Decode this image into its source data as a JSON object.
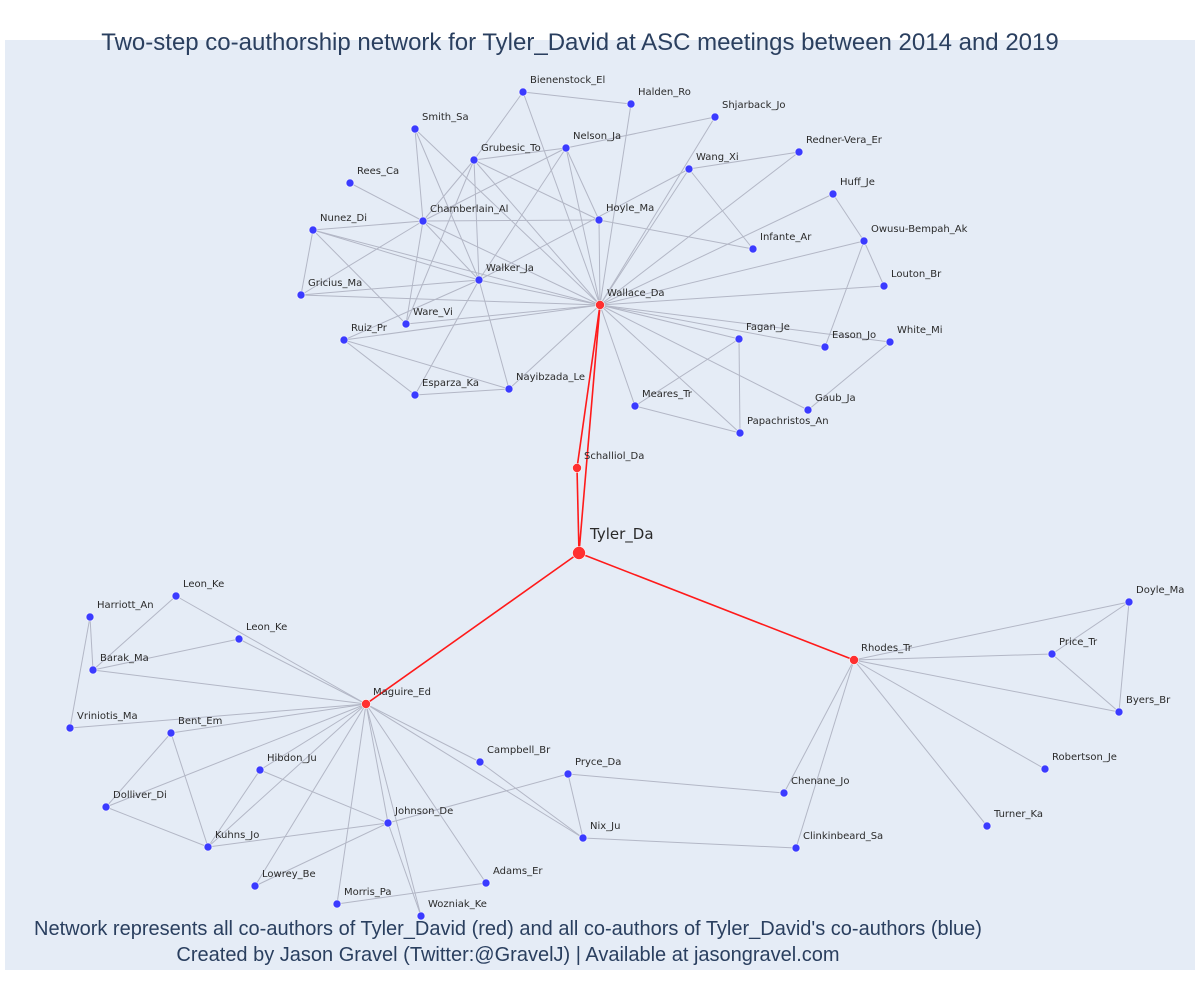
{
  "title": "Two-step co-authorship network for Tyler_David at ASC meetings between 2014 and 2019",
  "caption": {
    "line1": "Network represents all co-authors of Tyler_David (red) and all co-authors of Tyler_David's co-authors (blue)",
    "line2": "Created by Jason Gravel (Twitter:@GravelJ) | Available at jasongravel.com"
  },
  "colors": {
    "background": "#e5ecf6",
    "focal": "#ff3030",
    "coauthor": "#ff3030",
    "second_step": "#3b3bff",
    "edge": "#b3b7c6",
    "focal_edge": "#ff1a1a"
  },
  "nodes": [
    {
      "id": "Tyler_Da",
      "group": "focal"
    },
    {
      "id": "Wallace_Da",
      "group": "coauthor"
    },
    {
      "id": "Schalliol_Da",
      "group": "coauthor"
    },
    {
      "id": "Maguire_Ed",
      "group": "coauthor"
    },
    {
      "id": "Rhodes_Tr",
      "group": "coauthor"
    },
    {
      "id": "Bienenstock_El",
      "group": "second"
    },
    {
      "id": "Halden_Ro",
      "group": "second"
    },
    {
      "id": "Shjarback_Jo",
      "group": "second"
    },
    {
      "id": "Smith_Sa",
      "group": "second"
    },
    {
      "id": "Grubesic_To",
      "group": "second"
    },
    {
      "id": "Nelson_Ja",
      "group": "second"
    },
    {
      "id": "Redner-Vera_Er",
      "group": "second"
    },
    {
      "id": "Wang_Xi",
      "group": "second"
    },
    {
      "id": "Rees_Ca",
      "group": "second"
    },
    {
      "id": "Huff_Je",
      "group": "second"
    },
    {
      "id": "Nunez_Di",
      "group": "second"
    },
    {
      "id": "Chamberlain_Al",
      "group": "second"
    },
    {
      "id": "Hoyle_Ma",
      "group": "second"
    },
    {
      "id": "Owusu-Bempah_Ak",
      "group": "second"
    },
    {
      "id": "Infante_Ar",
      "group": "second"
    },
    {
      "id": "Walker_Ja",
      "group": "second"
    },
    {
      "id": "Louton_Br",
      "group": "second"
    },
    {
      "id": "Gricius_Ma",
      "group": "second"
    },
    {
      "id": "Ware_Vi",
      "group": "second"
    },
    {
      "id": "Ruiz_Pr",
      "group": "second"
    },
    {
      "id": "Fagan_Je",
      "group": "second"
    },
    {
      "id": "Eason_Jo",
      "group": "second"
    },
    {
      "id": "White_Mi",
      "group": "second"
    },
    {
      "id": "Nayibzada_Le",
      "group": "second"
    },
    {
      "id": "Esparza_Ka",
      "group": "second"
    },
    {
      "id": "Meares_Tr",
      "group": "second"
    },
    {
      "id": "Gaub_Ja",
      "group": "second"
    },
    {
      "id": "Papachristos_An",
      "group": "second"
    },
    {
      "id": "Leon_Ke",
      "group": "second"
    },
    {
      "id": "Harriott_An",
      "group": "second"
    },
    {
      "id": "Leon_Ke ",
      "group": "second"
    },
    {
      "id": "Barak_Ma",
      "group": "second"
    },
    {
      "id": "Vriniotis_Ma",
      "group": "second"
    },
    {
      "id": "Bent_Em",
      "group": "second"
    },
    {
      "id": "Hibdon_Ju",
      "group": "second"
    },
    {
      "id": "Campbell_Br",
      "group": "second"
    },
    {
      "id": "Pryce_Da",
      "group": "second"
    },
    {
      "id": "Dolliver_Di",
      "group": "second"
    },
    {
      "id": "Johnson_De",
      "group": "second"
    },
    {
      "id": "Kuhns_Jo",
      "group": "second"
    },
    {
      "id": "Nix_Ju",
      "group": "second"
    },
    {
      "id": "Lowrey_Be",
      "group": "second"
    },
    {
      "id": "Adams_Er",
      "group": "second"
    },
    {
      "id": "Morris_Pa",
      "group": "second"
    },
    {
      "id": "Wozniak_Ke",
      "group": "second"
    },
    {
      "id": "Doyle_Ma",
      "group": "second"
    },
    {
      "id": "Price_Tr",
      "group": "second"
    },
    {
      "id": "Byers_Br",
      "group": "second"
    },
    {
      "id": "Robertson_Je",
      "group": "second"
    },
    {
      "id": "Chenane_Jo",
      "group": "second"
    },
    {
      "id": "Turner_Ka",
      "group": "second"
    },
    {
      "id": "Clinkinbeard_Sa",
      "group": "second"
    }
  ],
  "edges": [
    [
      "Tyler_Da",
      "Wallace_Da"
    ],
    [
      "Tyler_Da",
      "Schalliol_Da"
    ],
    [
      "Schalliol_Da",
      "Wallace_Da"
    ],
    [
      "Tyler_Da",
      "Maguire_Ed"
    ],
    [
      "Tyler_Da",
      "Rhodes_Tr"
    ],
    [
      "Wallace_Da",
      "Bienenstock_El"
    ],
    [
      "Wallace_Da",
      "Halden_Ro"
    ],
    [
      "Wallace_Da",
      "Shjarback_Jo"
    ],
    [
      "Wallace_Da",
      "Smith_Sa"
    ],
    [
      "Wallace_Da",
      "Grubesic_To"
    ],
    [
      "Wallace_Da",
      "Nelson_Ja"
    ],
    [
      "Wallace_Da",
      "Redner-Vera_Er"
    ],
    [
      "Wallace_Da",
      "Wang_Xi"
    ],
    [
      "Wallace_Da",
      "Huff_Je"
    ],
    [
      "Wallace_Da",
      "Nunez_Di"
    ],
    [
      "Wallace_Da",
      "Chamberlain_Al"
    ],
    [
      "Wallace_Da",
      "Hoyle_Ma"
    ],
    [
      "Wallace_Da",
      "Owusu-Bempah_Ak"
    ],
    [
      "Wallace_Da",
      "Walker_Ja"
    ],
    [
      "Wallace_Da",
      "Louton_Br"
    ],
    [
      "Wallace_Da",
      "Gricius_Ma"
    ],
    [
      "Wallace_Da",
      "Ware_Vi"
    ],
    [
      "Wallace_Da",
      "Ruiz_Pr"
    ],
    [
      "Wallace_Da",
      "Fagan_Je"
    ],
    [
      "Wallace_Da",
      "Eason_Jo"
    ],
    [
      "Wallace_Da",
      "White_Mi"
    ],
    [
      "Wallace_Da",
      "Nayibzada_Le"
    ],
    [
      "Wallace_Da",
      "Meares_Tr"
    ],
    [
      "Wallace_Da",
      "Gaub_Ja"
    ],
    [
      "Wallace_Da",
      "Papachristos_An"
    ],
    [
      "Bienenstock_El",
      "Halden_Ro"
    ],
    [
      "Bienenstock_El",
      "Grubesic_To"
    ],
    [
      "Nelson_Ja",
      "Shjarback_Jo"
    ],
    [
      "Nelson_Ja",
      "Grubesic_To"
    ],
    [
      "Nelson_Ja",
      "Chamberlain_Al"
    ],
    [
      "Nelson_Ja",
      "Walker_Ja"
    ],
    [
      "Nelson_Ja",
      "Hoyle_Ma"
    ],
    [
      "Smith_Sa",
      "Chamberlain_Al"
    ],
    [
      "Smith_Sa",
      "Walker_Ja"
    ],
    [
      "Grubesic_To",
      "Chamberlain_Al"
    ],
    [
      "Grubesic_To",
      "Walker_Ja"
    ],
    [
      "Grubesic_To",
      "Hoyle_Ma"
    ],
    [
      "Grubesic_To",
      "Ware_Vi"
    ],
    [
      "Rees_Ca",
      "Chamberlain_Al"
    ],
    [
      "Chamberlain_Al",
      "Nunez_Di"
    ],
    [
      "Chamberlain_Al",
      "Gricius_Ma"
    ],
    [
      "Chamberlain_Al",
      "Hoyle_Ma"
    ],
    [
      "Chamberlain_Al",
      "Walker_Ja"
    ],
    [
      "Chamberlain_Al",
      "Ware_Vi"
    ],
    [
      "Nunez_Di",
      "Gricius_Ma"
    ],
    [
      "Nunez_Di",
      "Walker_Ja"
    ],
    [
      "Nunez_Di",
      "Ware_Vi"
    ],
    [
      "Hoyle_Ma",
      "Infante_Ar"
    ],
    [
      "Walker_Ja",
      "Gricius_Ma"
    ],
    [
      "Walker_Ja",
      "Ruiz_Pr"
    ],
    [
      "Walker_Ja",
      "Esparza_Ka"
    ],
    [
      "Walker_Ja",
      "Nayibzada_Le"
    ],
    [
      "Wang_Xi",
      "Redner-Vera_Er"
    ],
    [
      "Wang_Xi",
      "Infante_Ar"
    ],
    [
      "Wang_Xi",
      "Walker_Ja"
    ],
    [
      "Huff_Je",
      "Owusu-Bempah_Ak"
    ],
    [
      "Owusu-Bempah_Ak",
      "Louton_Br"
    ],
    [
      "Owusu-Bempah_Ak",
      "Eason_Jo"
    ],
    [
      "Ruiz_Pr",
      "Esparza_Ka"
    ],
    [
      "Ruiz_Pr",
      "Nayibzada_Le"
    ],
    [
      "Esparza_Ka",
      "Nayibzada_Le"
    ],
    [
      "Fagan_Je",
      "Meares_Tr"
    ],
    [
      "Fagan_Je",
      "Papachristos_An"
    ],
    [
      "Meares_Tr",
      "Papachristos_An"
    ],
    [
      "White_Mi",
      "Gaub_Ja"
    ],
    [
      "Maguire_Ed",
      "Leon_Ke"
    ],
    [
      "Maguire_Ed",
      "Leon_Ke "
    ],
    [
      "Maguire_Ed",
      "Barak_Ma"
    ],
    [
      "Maguire_Ed",
      "Vriniotis_Ma"
    ],
    [
      "Maguire_Ed",
      "Bent_Em"
    ],
    [
      "Maguire_Ed",
      "Hibdon_Ju"
    ],
    [
      "Maguire_Ed",
      "Campbell_Br"
    ],
    [
      "Maguire_Ed",
      "Dolliver_Di"
    ],
    [
      "Maguire_Ed",
      "Johnson_De"
    ],
    [
      "Maguire_Ed",
      "Kuhns_Jo"
    ],
    [
      "Maguire_Ed",
      "Nix_Ju"
    ],
    [
      "Maguire_Ed",
      "Lowrey_Be"
    ],
    [
      "Maguire_Ed",
      "Adams_Er"
    ],
    [
      "Maguire_Ed",
      "Morris_Pa"
    ],
    [
      "Maguire_Ed",
      "Wozniak_Ke"
    ],
    [
      "Harriott_An",
      "Vriniotis_Ma"
    ],
    [
      "Harriott_An",
      "Barak_Ma"
    ],
    [
      "Leon_Ke",
      "Barak_Ma"
    ],
    [
      "Leon_Ke ",
      "Barak_Ma"
    ],
    [
      "Bent_Em",
      "Dolliver_Di"
    ],
    [
      "Bent_Em",
      "Kuhns_Jo"
    ],
    [
      "Hibdon_Ju",
      "Kuhns_Jo"
    ],
    [
      "Hibdon_Ju",
      "Johnson_De"
    ],
    [
      "Dolliver_Di",
      "Kuhns_Jo"
    ],
    [
      "Johnson_De",
      "Kuhns_Jo"
    ],
    [
      "Johnson_De",
      "Pryce_Da"
    ],
    [
      "Johnson_De",
      "Lowrey_Be"
    ],
    [
      "Johnson_De",
      "Wozniak_Ke"
    ],
    [
      "Campbell_Br",
      "Nix_Ju"
    ],
    [
      "Pryce_Da",
      "Chenane_Jo"
    ],
    [
      "Pryce_Da",
      "Nix_Ju"
    ],
    [
      "Nix_Ju",
      "Clinkinbeard_Sa"
    ],
    [
      "Morris_Pa",
      "Adams_Er"
    ],
    [
      "Rhodes_Tr",
      "Doyle_Ma"
    ],
    [
      "Rhodes_Tr",
      "Price_Tr"
    ],
    [
      "Rhodes_Tr",
      "Byers_Br"
    ],
    [
      "Rhodes_Tr",
      "Robertson_Je"
    ],
    [
      "Rhodes_Tr",
      "Chenane_Jo"
    ],
    [
      "Rhodes_Tr",
      "Turner_Ka"
    ],
    [
      "Rhodes_Tr",
      "Clinkinbeard_Sa"
    ],
    [
      "Doyle_Ma",
      "Price_Tr"
    ],
    [
      "Doyle_Ma",
      "Byers_Br"
    ],
    [
      "Price_Tr",
      "Byers_Br"
    ]
  ]
}
